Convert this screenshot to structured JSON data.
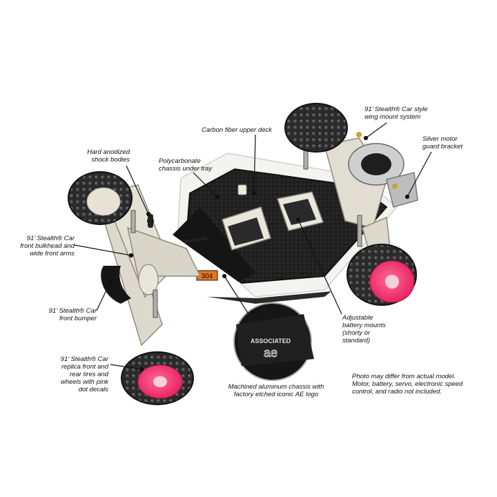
{
  "labels": {
    "hard_anodized_shock_bodies": "Hard anodized\nshock bodies",
    "polycarbonate_chassis_under_tray": "Polycarbonate\nchassis under tray",
    "carbon_fiber_upper_deck": "Carbon fiber upper deck",
    "wing_mount_system": "91’ Stealth® Car style\nwing mount system",
    "silver_motor_guard_bracket": "Silver motor\nguard bracket",
    "front_bulkhead_and_arms": "91’ Stealth® Car\nfront bulkhead and\nwide front arms",
    "front_bumper": "91’ Stealth® Car\nfront bumper",
    "replica_tires_wheels": "91’ Stealth® Car\nreplica front and\nrear tires and\nwheels with pink\ndot decals",
    "adjustable_battery_mounts": "Adjustable\nbattery mounts\n(shorty or\nstandard)",
    "machined_aluminum_chassis": "Machined aluminum chassis with\nfactory etched iconic AE logo",
    "disclaimer": "Photo may differ from actual model.\nMotor, battery, servo, electronic speed\ncontrol, and radio not included."
  },
  "car": {
    "number_plate": "304",
    "logo_text": "ASSOCIATED",
    "logo_mark": "ae"
  },
  "colors": {
    "wheel_pink": "#f2306b",
    "number_plate_orange": "#e8741e",
    "carbon": "#1c1c1c",
    "nylon_white": "#e6e3d8"
  }
}
